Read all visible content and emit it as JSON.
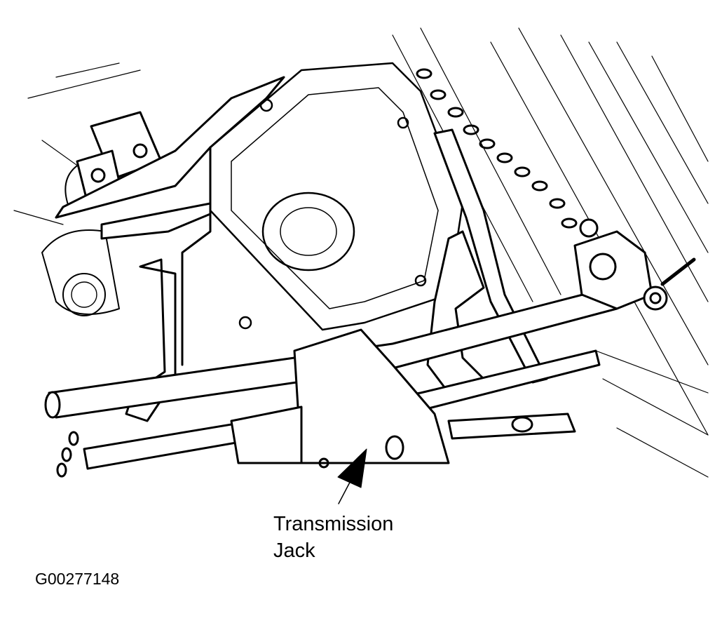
{
  "callout": {
    "line1": "Transmission",
    "line2": "Jack"
  },
  "figure_id": "G00277148",
  "colors": {
    "ink": "#000000",
    "paper": "#ffffff"
  }
}
